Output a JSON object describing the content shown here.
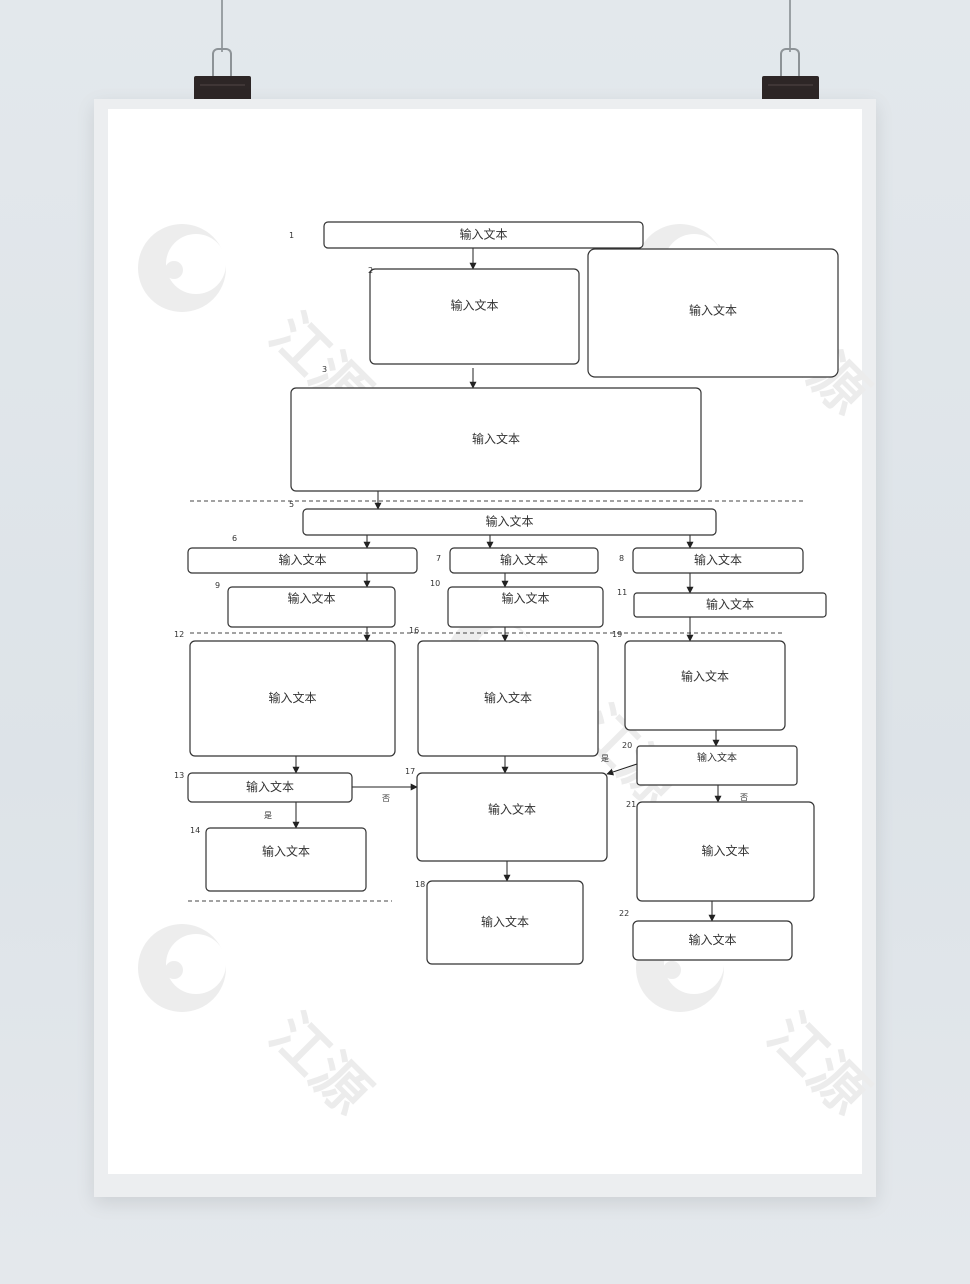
{
  "poster": {
    "watermark_text": "江源",
    "watermark_icon": "crescent-logo-icon"
  },
  "flowchart": {
    "nodes": [
      {
        "id": "n1",
        "number": "1",
        "label": "输入文本"
      },
      {
        "id": "n2",
        "number": "2",
        "label": "输入文本"
      },
      {
        "id": "nside",
        "number": "",
        "label": "输入文本"
      },
      {
        "id": "n3",
        "number": "3",
        "label": "输入文本"
      },
      {
        "id": "n5",
        "number": "5",
        "label": "输入文本"
      },
      {
        "id": "n6",
        "number": "6",
        "label": "输入文本"
      },
      {
        "id": "n7",
        "number": "7",
        "label": "输入文本"
      },
      {
        "id": "n8",
        "number": "8",
        "label": "输入文本"
      },
      {
        "id": "n9",
        "number": "9",
        "label": "输入文本"
      },
      {
        "id": "n10",
        "number": "10",
        "label": "输入文本"
      },
      {
        "id": "n11",
        "number": "11",
        "label": "输入文本"
      },
      {
        "id": "n12",
        "number": "12",
        "label": "输入文本"
      },
      {
        "id": "n16",
        "number": "16",
        "label": "输入文本"
      },
      {
        "id": "n19",
        "number": "19",
        "label": "输入文本"
      },
      {
        "id": "n13",
        "number": "13",
        "label": "输入文本"
      },
      {
        "id": "n17",
        "number": "17",
        "label": "输入文本"
      },
      {
        "id": "n20",
        "number": "20",
        "label": "输入文本"
      },
      {
        "id": "n14",
        "number": "14",
        "label": "输入文本"
      },
      {
        "id": "n21",
        "number": "21",
        "label": "输入文本"
      },
      {
        "id": "n18",
        "number": "18",
        "label": "输入文本"
      },
      {
        "id": "n22",
        "number": "22",
        "label": "输入文本"
      }
    ],
    "edge_labels": {
      "yes": "是",
      "no": "否"
    }
  }
}
